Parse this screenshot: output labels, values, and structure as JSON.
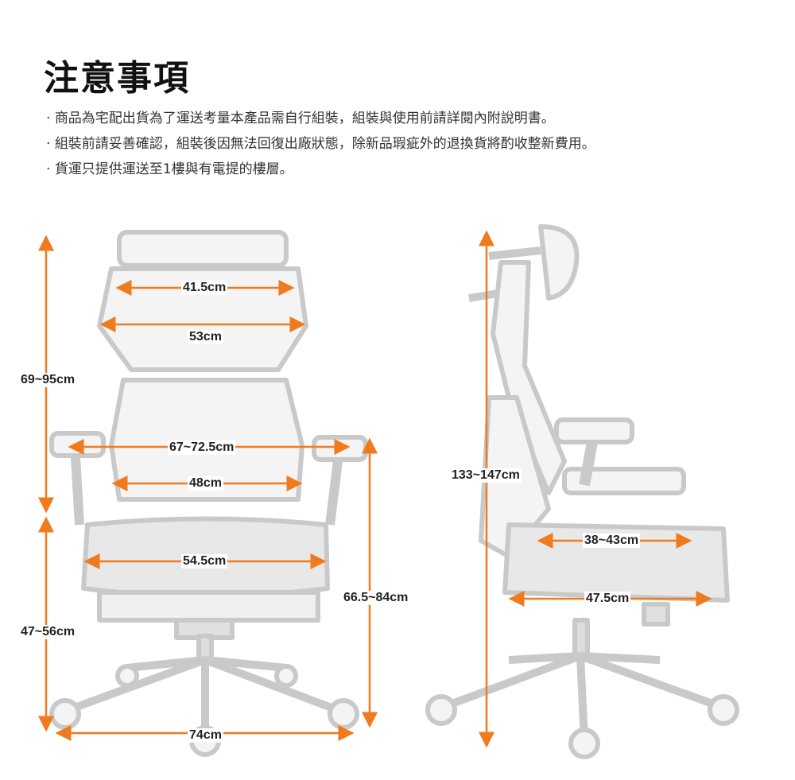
{
  "title": "注意事項",
  "notes": [
    "商品為宅配出貨為了運送考量本產品需自行組裝，組裝與使用前請詳閱內附說明書。",
    "組裝前請妥善確認，組裝後因無法回復出廠狀態，除新品瑕疵外的退換貨將酌收整新費用。",
    "貨運只提供運送至1樓與有電提的樓層。"
  ],
  "dimensions": {
    "headrest_width": "41.5cm",
    "headrest_frame_width": "53cm",
    "backrest_height": "69~95cm",
    "armrest_width": "67~72.5cm",
    "backrest_width": "48cm",
    "seat_height": "47~56cm",
    "seat_width": "54.5cm",
    "armrest_height": "66.5~84cm",
    "base_width": "74cm",
    "total_height": "133~147cm",
    "seat_depth_adjust": "38~43cm",
    "seat_depth": "47.5cm"
  },
  "colors": {
    "arrow": "#f07a1e",
    "chair": "#c9c9c9"
  }
}
